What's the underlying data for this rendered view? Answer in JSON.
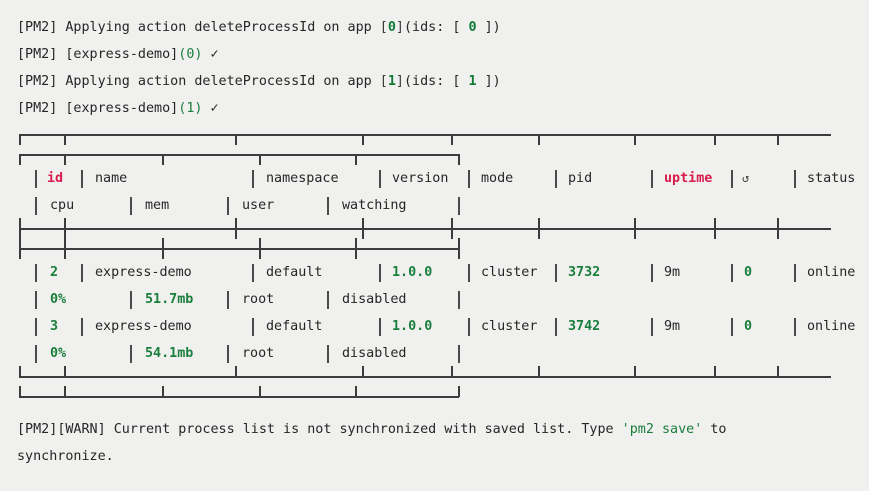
{
  "terminal": {
    "background": "#f0f0ef",
    "foreground": "#262626",
    "accent_green": "#1a7f3c",
    "accent_red": "#d81b4a"
  },
  "log_lines": {
    "line1": {
      "prefix": "[PM2] ",
      "text": "Applying action deleteProcessId on app ",
      "b1_open": "[",
      "b1_value": "0",
      "b1_close": "]",
      "mid": "(ids: [ ",
      "b2_value": "0",
      "tail": " ])"
    },
    "line2": {
      "prefix": "[PM2] ",
      "app": "[express-demo]",
      "paren_open": "(",
      "id": "0",
      "paren_close": ")",
      "check": " ✓"
    },
    "line3": {
      "prefix": "[PM2] ",
      "text": "Applying action deleteProcessId on app ",
      "b1_open": "[",
      "b1_value": "1",
      "b1_close": "]",
      "mid": "(ids: [ ",
      "b2_value": "1",
      "tail": " ])"
    },
    "line4": {
      "prefix": "[PM2] ",
      "app": "[express-demo]",
      "paren_open": "(",
      "id": "1",
      "paren_close": ")",
      "check": " ✓"
    }
  },
  "process_table": {
    "headers_primary": [
      "id",
      "name",
      "namespace",
      "version",
      "mode",
      "pid",
      "uptime",
      "↺",
      "status"
    ],
    "headers_secondary": [
      "cpu",
      "mem",
      "user",
      "watching"
    ],
    "restart_icon": "↺",
    "rows": [
      {
        "id": "2",
        "name": "express-demo",
        "namespace": "default",
        "version": "1.0.0",
        "mode": "cluster",
        "pid": "3732",
        "uptime": "9m",
        "restarts": "0",
        "status": "online",
        "cpu": "0%",
        "mem": "51.7mb",
        "user": "root",
        "watching": "disabled"
      },
      {
        "id": "3",
        "name": "express-demo",
        "namespace": "default",
        "version": "1.0.0",
        "mode": "cluster",
        "pid": "3742",
        "uptime": "9m",
        "restarts": "0",
        "status": "online",
        "cpu": "0%",
        "mem": "54.1mb",
        "user": "root",
        "watching": "disabled"
      }
    ]
  },
  "warning": {
    "tag_pm2": "[PM2]",
    "tag_warn": "[WARN]",
    "text_before": " Current process list is not synchronized with saved list. Type ",
    "command": "'pm2 save'",
    "text_after": " to",
    "line2": "synchronize."
  }
}
